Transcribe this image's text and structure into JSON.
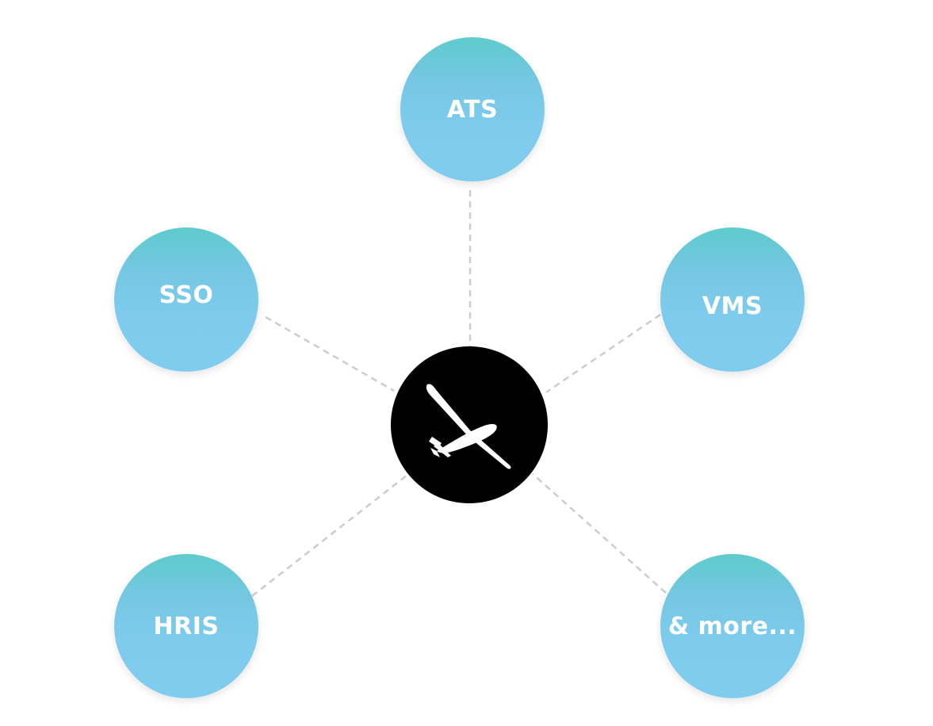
{
  "diagram": {
    "hub": {
      "icon": "glider-plane-icon",
      "color": "#000000"
    },
    "nodes": [
      {
        "id": "ats",
        "label": "ATS"
      },
      {
        "id": "sso",
        "label": "SSO"
      },
      {
        "id": "vms",
        "label": "VMS"
      },
      {
        "id": "hris",
        "label": "HRIS"
      },
      {
        "id": "more",
        "label": "& more..."
      }
    ],
    "colors": {
      "node_top": "#5ecbcc",
      "node_bottom": "#80ccee",
      "connector": "#cccccc",
      "label": "#ffffff"
    }
  }
}
